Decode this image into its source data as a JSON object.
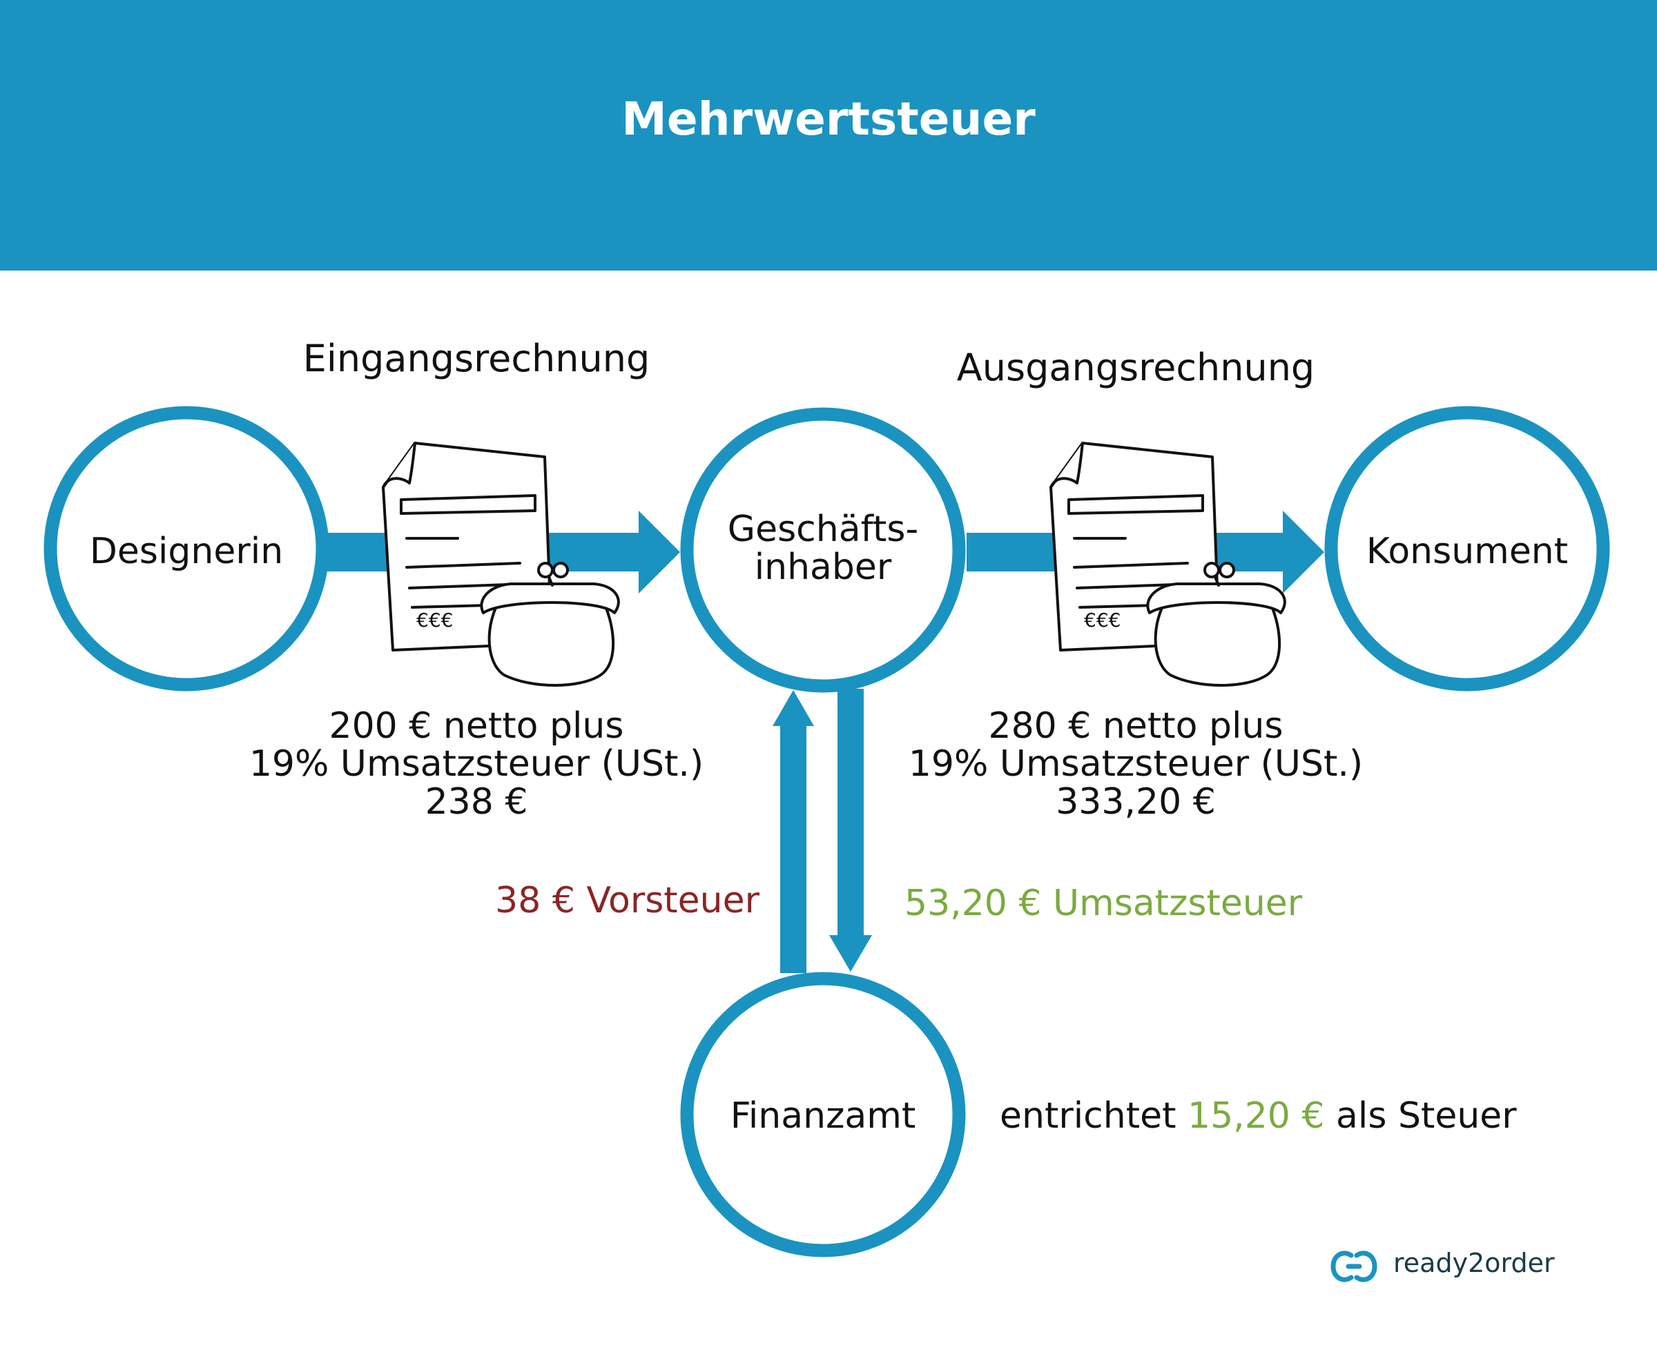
{
  "header": {
    "title": "Mehrwertsteuer"
  },
  "nodes": {
    "designer": "Designerin",
    "owner_line1": "Geschäfts-",
    "owner_line2": "inhaber",
    "consumer": "Konsument",
    "tax_office": "Finanzamt"
  },
  "invoices": {
    "incoming": {
      "heading": "Eingangsrechnung",
      "line1": "200 € netto plus",
      "line2": "19% Umsatzsteuer (USt.)",
      "line3": "238 €",
      "doc_text": "€€€"
    },
    "outgoing": {
      "heading": "Ausgangsrechnung",
      "line1": "280 € netto plus",
      "line2": "19% Umsatzsteuer (USt.)",
      "line3": "333,20 €",
      "doc_text": "€€€"
    }
  },
  "tax_flows": {
    "input_tax": "38 € Vorsteuer",
    "output_tax": "53,20 € Umsatzsteuer"
  },
  "payment": {
    "prefix": "entrichtet",
    "amount": "15,20 €",
    "suffix": "als Steuer"
  },
  "brand": {
    "name": "ready2order"
  },
  "colors": {
    "primary": "#1a93c1",
    "input_tax": "#8b2525",
    "output_tax": "#7aab3f"
  }
}
